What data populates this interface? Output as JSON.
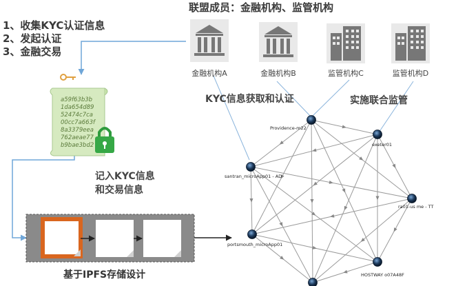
{
  "steps": [
    "1、收集KYC认证信息",
    "2、发起认证",
    "3、金融交易"
  ],
  "alliance_title": "联盟成员：金融机构、监管机构",
  "institutions": [
    {
      "label": "金融机构A",
      "icon": "bank-icon"
    },
    {
      "label": "金融机构B",
      "icon": "bank-icon"
    },
    {
      "label": "监管机构C",
      "icon": "building-icon"
    },
    {
      "label": "监管机构D",
      "icon": "building-icon"
    }
  ],
  "kyc_obtain": "KYC信息获取和认证",
  "supervise": "实施联合监管",
  "record_lines": [
    "记入KYC信息",
    "和交易信息"
  ],
  "ipfs_caption": "基于IPFS存储设计",
  "hash_lines": [
    "a59f63b3b",
    "1da654d89",
    "52474c7ca",
    "00cc7a663f",
    "8a3379eea",
    "762aeae77",
    "b9bae3bd2"
  ],
  "nodes": [
    {
      "id": "providence",
      "label": "Providence-m22"
    },
    {
      "id": "exeter",
      "label": "exeter01"
    },
    {
      "id": "santran",
      "label": "santran_microApp01 - AD"
    },
    {
      "id": "ra01",
      "label": "ra01-us me - TT"
    },
    {
      "id": "portsmouth",
      "label": "portsmouth_microApp01"
    },
    {
      "id": "hostway",
      "label": "HOSTWAY o07A48F"
    },
    {
      "id": "bottom",
      "label": ""
    }
  ],
  "colors": {
    "arrow_blue": "#6fa6d8",
    "green": "#3aa04a",
    "orange": "#d9661f",
    "node": "#1d3a5c"
  }
}
